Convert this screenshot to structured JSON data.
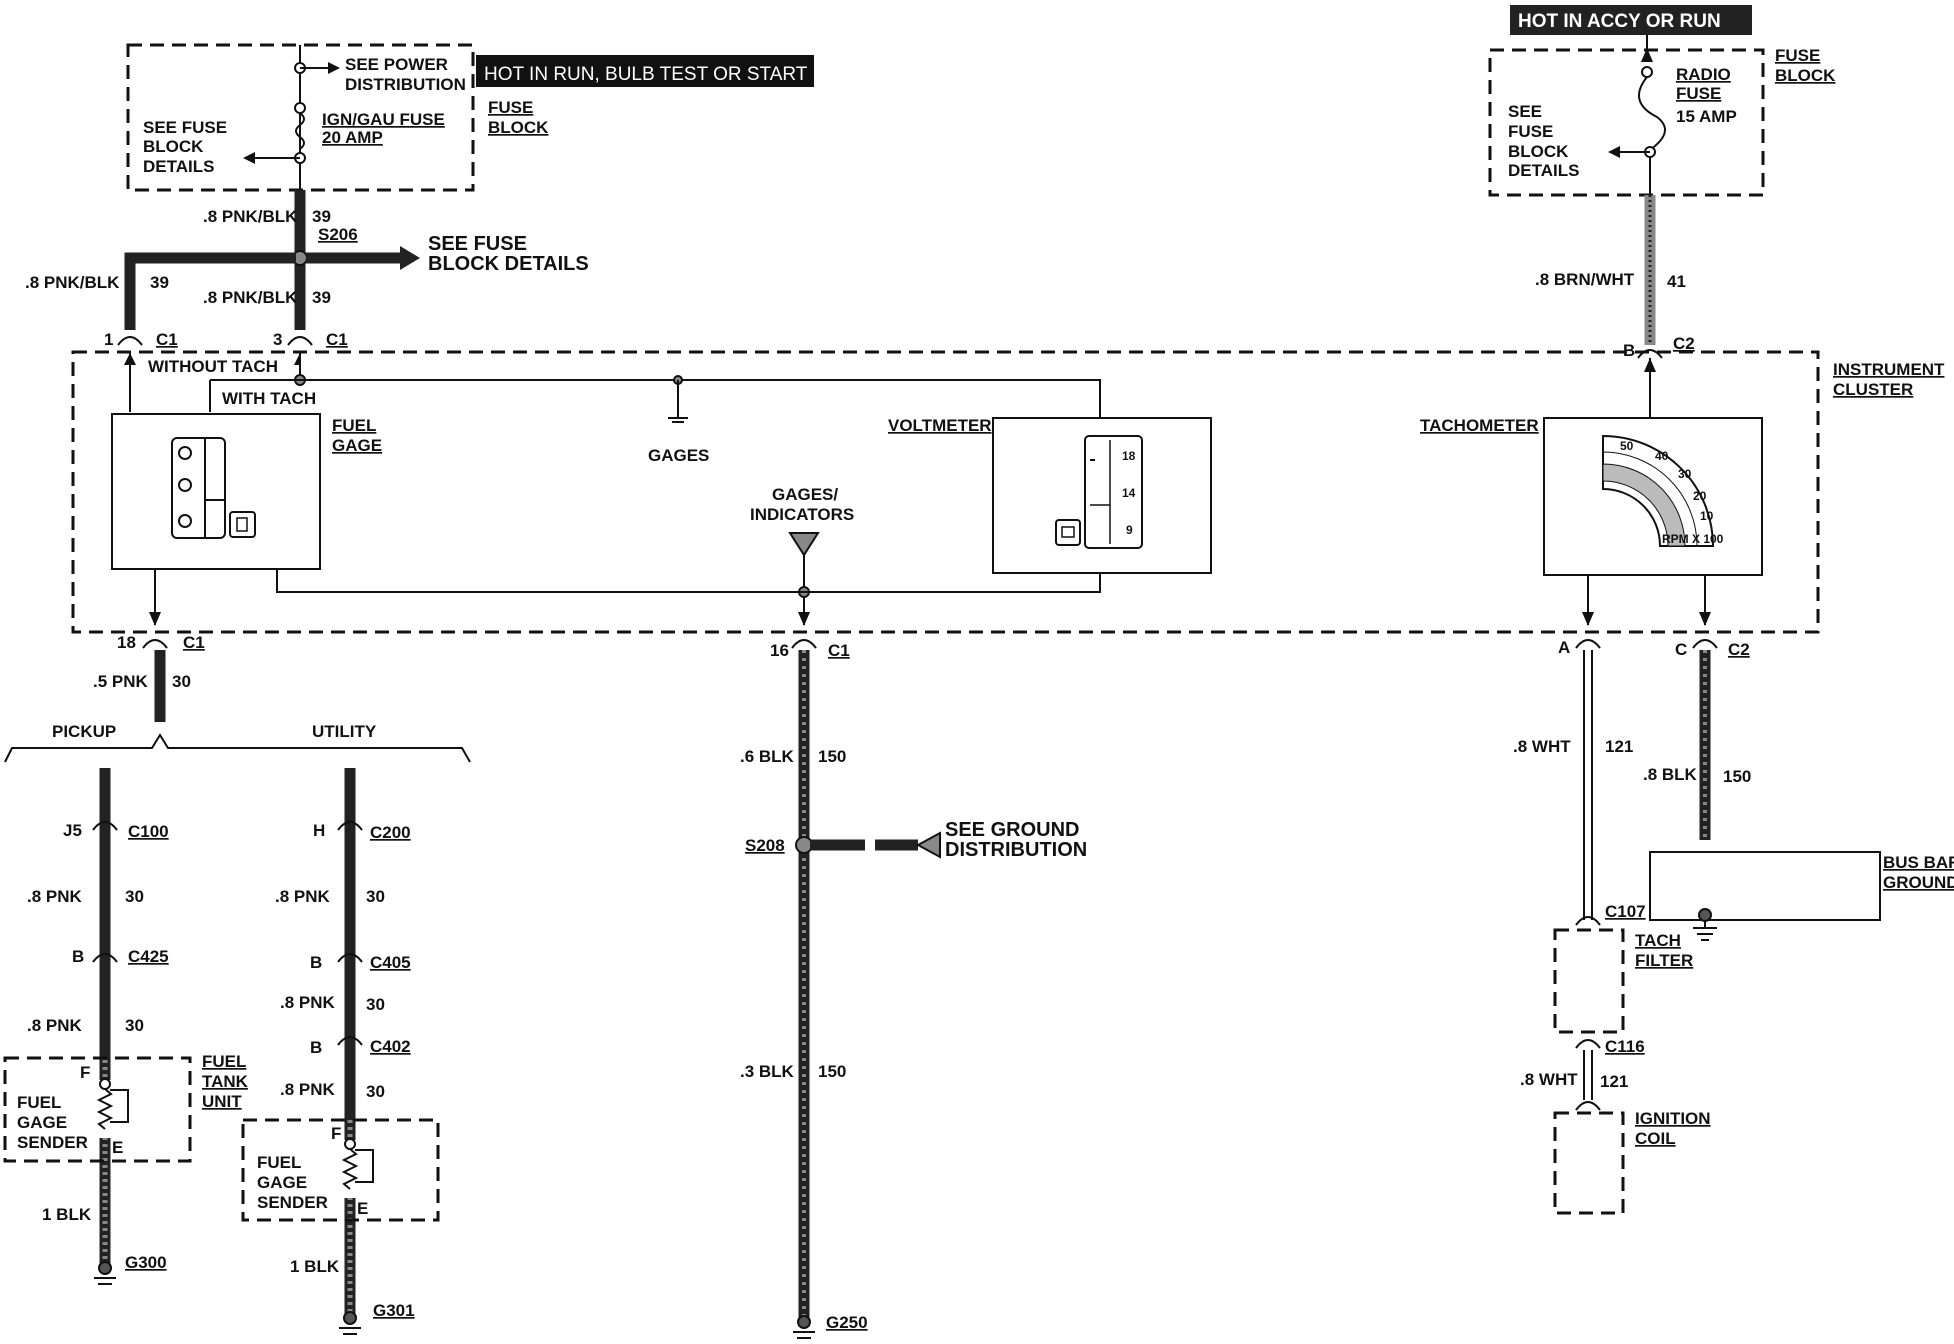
{
  "banners": {
    "left": "HOT IN RUN, BULB TEST OR START",
    "right": "HOT IN ACCY OR RUN"
  },
  "left_fuse": {
    "see_power": "SEE POWER",
    "distribution": "DISTRIBUTION",
    "fuse_name": "IGN/GAU FUSE",
    "fuse_amp": "20 AMP",
    "see_fuse": "SEE FUSE",
    "block": "BLOCK",
    "details": "DETAILS",
    "fuse_label": "FUSE",
    "block_label": "BLOCK"
  },
  "right_fuse": {
    "radio": "RADIO",
    "fuse": "FUSE",
    "amp": "15 AMP",
    "see": "SEE",
    "fuse2": "FUSE",
    "block": "BLOCK",
    "details": "DETAILS",
    "fuse_label": "FUSE",
    "block_label": "BLOCK"
  },
  "feed": {
    "wire_top": ".8 PNK/BLK",
    "circuit_top": "39",
    "splice": "S206",
    "see_fuse_1": "SEE FUSE",
    "see_fuse_2": "BLOCK DETAILS",
    "wire_left": ".8 PNK/BLK",
    "circuit_left": "39",
    "wire_mid": ".8 PNK/BLK",
    "circuit_mid": "39",
    "pin1": "1",
    "pin3": "3",
    "conn1": "C1",
    "conn3": "C1"
  },
  "radio_feed": {
    "wire": ".8 BRN/WHT",
    "circuit": "41",
    "pin": "B",
    "conn": "C2"
  },
  "cluster": {
    "label_1": "INSTRUMENT",
    "label_2": "CLUSTER",
    "without_tach": "WITHOUT TACH",
    "with_tach": "WITH TACH",
    "fuel_gage_1": "FUEL",
    "fuel_gage_2": "GAGE",
    "gages": "GAGES",
    "gages_ind_1": "GAGES/",
    "gages_ind_2": "INDICATORS",
    "voltmeter": "VOLTMETER",
    "tachometer": "TACHOMETER",
    "volt_ticks": [
      "18",
      "14",
      "9"
    ],
    "tach_ticks": [
      "50",
      "40",
      "30",
      "20",
      "10"
    ],
    "tach_unit": "RPM X 100"
  },
  "fuel_branch": {
    "pin": "18",
    "conn": "C1",
    "wire": ".5 PNK",
    "circuit": "30",
    "pickup": "PICKUP",
    "utility": "UTILITY"
  },
  "pickup": {
    "pin1": "J5",
    "conn1": "C100",
    "wire1": ".8 PNK",
    "circuit1": "30",
    "pin2": "B",
    "conn2": "C425",
    "wire2": ".8 PNK",
    "circuit2": "30",
    "unit_1": "FUEL",
    "unit_2": "TANK",
    "unit_3": "UNIT",
    "sender_1": "FUEL",
    "sender_2": "GAGE",
    "sender_3": "SENDER",
    "term_f": "F",
    "term_e": "E",
    "ground_wire": "1 BLK",
    "ground": "G300"
  },
  "utility": {
    "pin1": "H",
    "conn1": "C200",
    "wire1": ".8 PNK",
    "circuit1": "30",
    "pin2": "B",
    "conn2": "C405",
    "wire2": ".8 PNK",
    "circuit2": "30",
    "pin3": "B",
    "conn3": "C402",
    "wire3": ".8 PNK",
    "circuit3": "30",
    "sender_1": "FUEL",
    "sender_2": "GAGE",
    "sender_3": "SENDER",
    "term_f": "F",
    "term_e": "E",
    "ground_wire": "1 BLK",
    "ground": "G301"
  },
  "center_ground": {
    "pin": "16",
    "conn": "C1",
    "wire1": ".6 BLK",
    "circuit1": "150",
    "splice": "S208",
    "see_ground_1": "SEE GROUND",
    "see_ground_2": "DISTRIBUTION",
    "wire2": ".3 BLK",
    "circuit2": "150",
    "ground": "G250"
  },
  "tach_signal": {
    "pin": "A",
    "wire": ".8 WHT",
    "circuit": "121",
    "conn_c107": "C107",
    "filter_1": "TACH",
    "filter_2": "FILTER",
    "conn_c116": "C116",
    "wire2": ".8 WHT",
    "circuit2": "121",
    "coil_1": "IGNITION",
    "coil_2": "COIL"
  },
  "tach_ground": {
    "pin": "C",
    "conn": "C2",
    "wire": ".8 BLK",
    "circuit": "150",
    "bus_1": "BUS BAR",
    "bus_2": "GROUND"
  }
}
